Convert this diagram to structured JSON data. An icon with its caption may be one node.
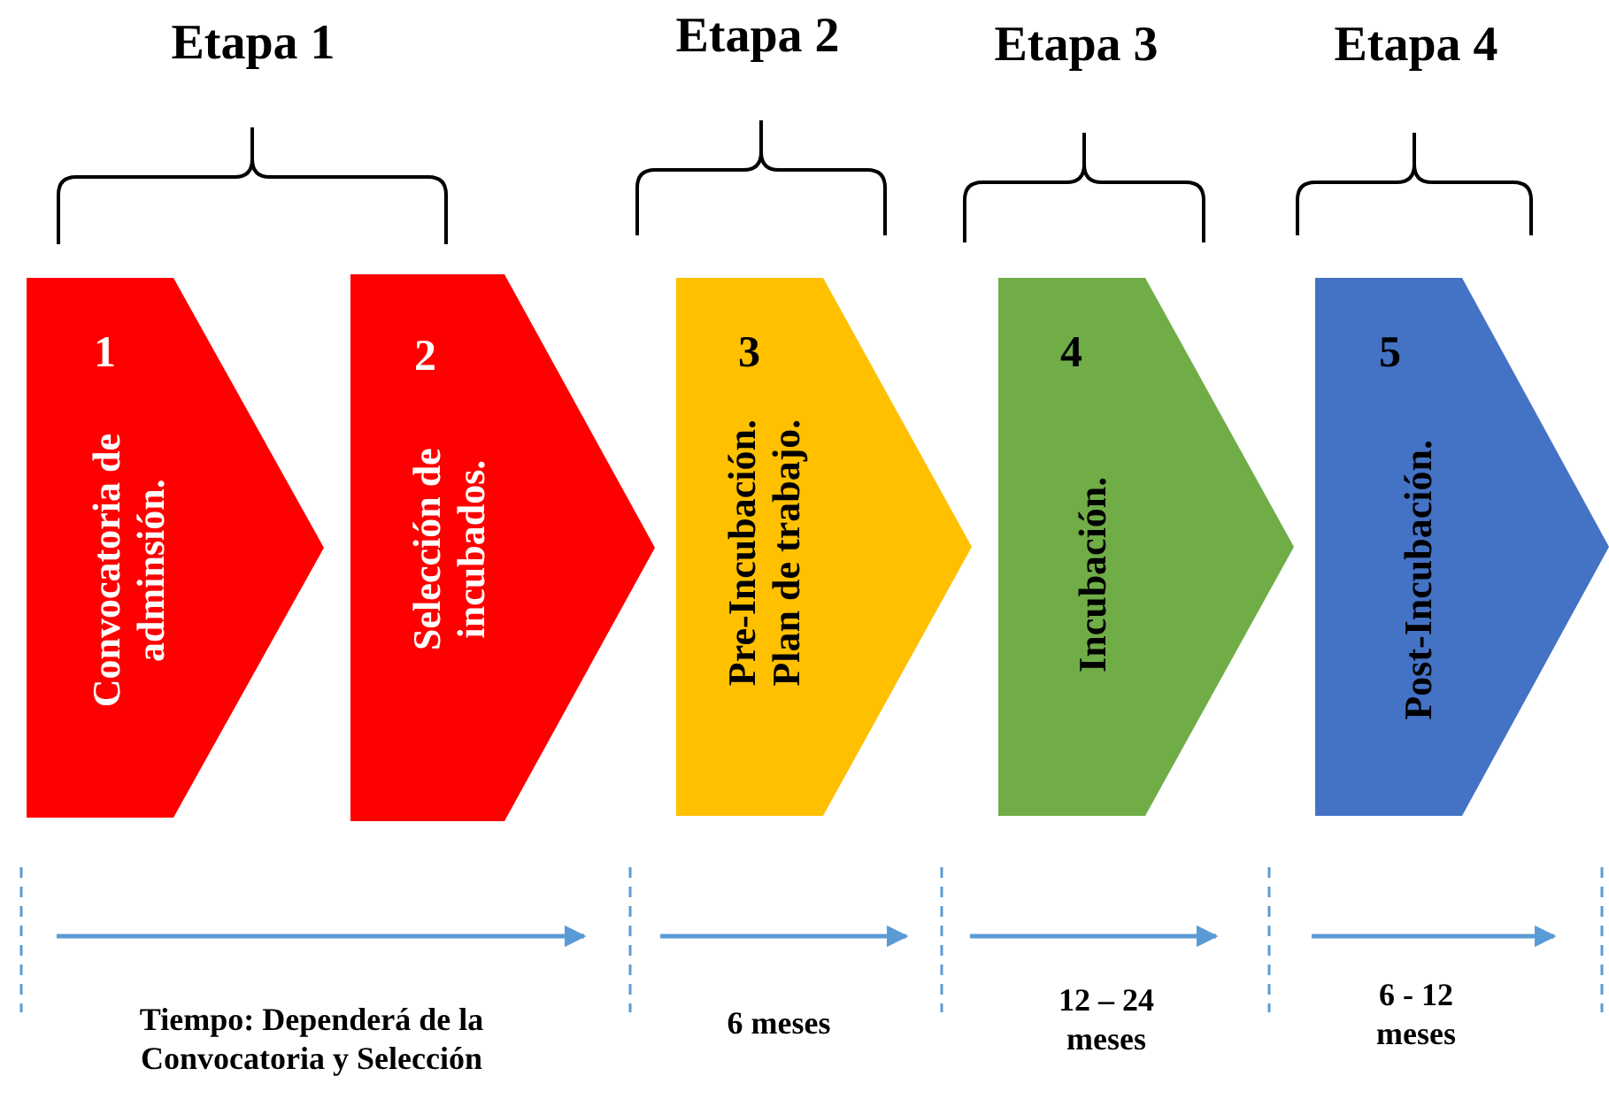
{
  "diagram": {
    "nodes": [
      {
        "text": [
          "1",
          "Convocatoria de adminsión."
        ]
      },
      {
        "text": [
          "2",
          "Selección de incubados."
        ]
      },
      {
        "text": [
          "3",
          "Pre-Incubación. Plan de trabajo."
        ]
      },
      {
        "text": [
          "4",
          "Incubación."
        ]
      },
      {
        "text": [
          "5",
          "Post-Incubación."
        ]
      }
    ],
    "labels": [
      "Etapa 1",
      "Etapa 2",
      "Etapa 3",
      "Etapa 4",
      "Tiempo: Dependerá de la Convocatoria y Selección",
      "6 meses",
      "12 – 24 meses",
      "6 - 12 meses"
    ]
  }
}
